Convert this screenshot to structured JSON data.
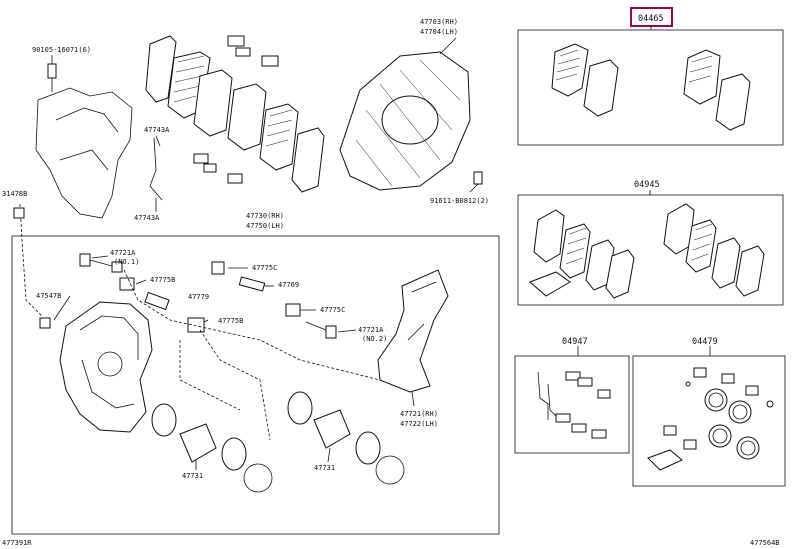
{
  "labels": {
    "code_04465": "04465",
    "bolt_90105": "90105-16071(6)",
    "cover_47703": "47703(RH)",
    "cover_47704": "47704(LH)",
    "clip_47743a_1": "47743A",
    "clip_47743a_2": "47743A",
    "code_31478b": "31478B",
    "bolt_91611": "91611-B0812(2)",
    "code_04945": "04945",
    "caliper_47730": "47730(RH)",
    "caliper_47750": "47750(LH)",
    "bolt_47721a_1": "47721A",
    "bolt_47721a_1_sub": "(NO.1)",
    "bush_47775c_1": "47775C",
    "boot_47775b_1": "47775B",
    "pin_47769": "47769",
    "pin_47779": "47779",
    "code_47547b": "47547B",
    "boot_47775b_2": "47775B",
    "bush_47775c_2": "47775C",
    "bolt_47721a_2": "47721A",
    "bolt_47721a_2_sub": "(NO.2)",
    "code_04947": "04947",
    "code_04479": "04479",
    "bracket_47721": "47721(RH)",
    "bracket_47722": "47722(LH)",
    "piston_47731_1": "47731",
    "piston_47731_2": "47731",
    "footer_left": "477391R",
    "footer_right": "477564B"
  },
  "colors": {
    "highlight": "#a0004c",
    "line": "#111111"
  }
}
